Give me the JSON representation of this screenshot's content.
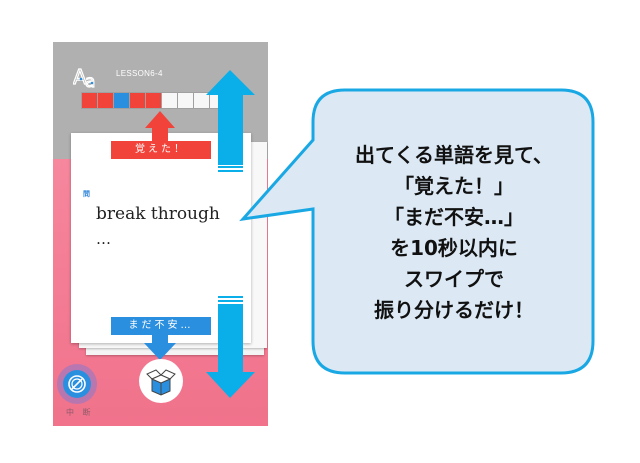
{
  "app": {
    "lesson_label": "LESSON6-4",
    "logo_icon": "font-Aa-icon"
  },
  "progress": {
    "cells": [
      {
        "state": "known",
        "color": "#f2433a"
      },
      {
        "state": "known",
        "color": "#f2433a"
      },
      {
        "state": "current",
        "color": "#2b8fe0"
      },
      {
        "state": "known",
        "color": "#f2433a"
      },
      {
        "state": "known",
        "color": "#f2433a"
      },
      {
        "state": "empty",
        "color": "#f7f7f7"
      },
      {
        "state": "empty",
        "color": "#f7f7f7"
      },
      {
        "state": "empty",
        "color": "#f7f7f7"
      },
      {
        "state": "empty",
        "color": "#f7f7f7"
      }
    ]
  },
  "card": {
    "question_badge": "問",
    "word": "break through",
    "continuation": "…"
  },
  "swipe": {
    "up_label": "覚えた！",
    "down_label": "まだ不安…"
  },
  "controls": {
    "pause_label": "中 断",
    "box_icon": "open-box-icon"
  },
  "callout": {
    "lines": [
      "出てくる単語を見て、",
      "「覚えた！」",
      "「まだ不安…」",
      "を10秒以内に",
      "スワイプで",
      "振り分けるだけ！"
    ]
  },
  "colors": {
    "known": "#f2433a",
    "unsure": "#2b8fe0",
    "arrow": "#0aaee8",
    "header_gray": "#b0b0b0",
    "pink_bg": "#f47d95",
    "bubble_fill": "#dce9f5",
    "bubble_stroke": "#1aa8e4"
  }
}
